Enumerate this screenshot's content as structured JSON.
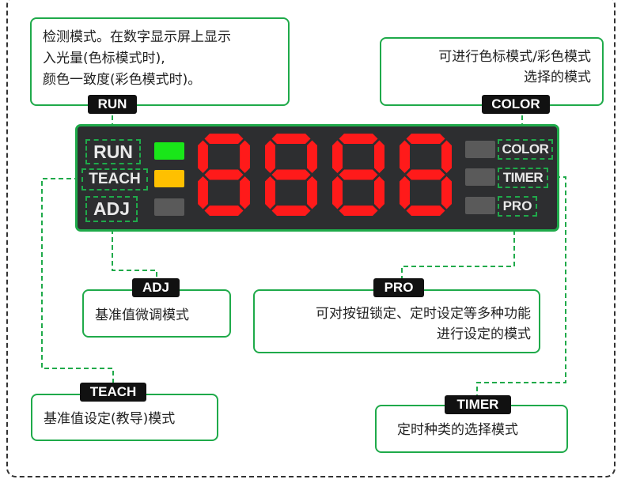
{
  "callouts": {
    "run": {
      "tag": "RUN",
      "lines": [
        "检测模式。在数字显示屏上显示",
        "入光量(色标模式时),",
        "颜色一致度(彩色模式时)。"
      ]
    },
    "color": {
      "tag": "COLOR",
      "lines": [
        "可进行色标模式/彩色模式",
        "选择的模式"
      ]
    },
    "adj": {
      "tag": "ADJ",
      "lines": [
        "基准值微调模式"
      ]
    },
    "pro": {
      "tag": "PRO",
      "lines": [
        "可对按钮锁定、定时设定等多种功能",
        "进行设定的模式"
      ]
    },
    "teach": {
      "tag": "TEACH",
      "lines": [
        "基准值设定(教导)模式"
      ]
    },
    "timer": {
      "tag": "TIMER",
      "lines": [
        "定时种类的选择模式"
      ]
    }
  },
  "panel": {
    "left_labels": [
      "RUN",
      "TEACH",
      "ADJ"
    ],
    "right_labels": [
      "COLOR",
      "TIMER",
      "PRO"
    ],
    "left_led_colors": [
      "#19e619",
      "#ffc000",
      "#5a5a5a"
    ],
    "right_led_colors": [
      "#5a5a5a",
      "#5a5a5a",
      "#5a5a5a"
    ],
    "digit_color": "#ff1a1a",
    "digit_text": "8888"
  },
  "colors": {
    "accent": "#1faa4a",
    "tag_bg": "#111111"
  }
}
